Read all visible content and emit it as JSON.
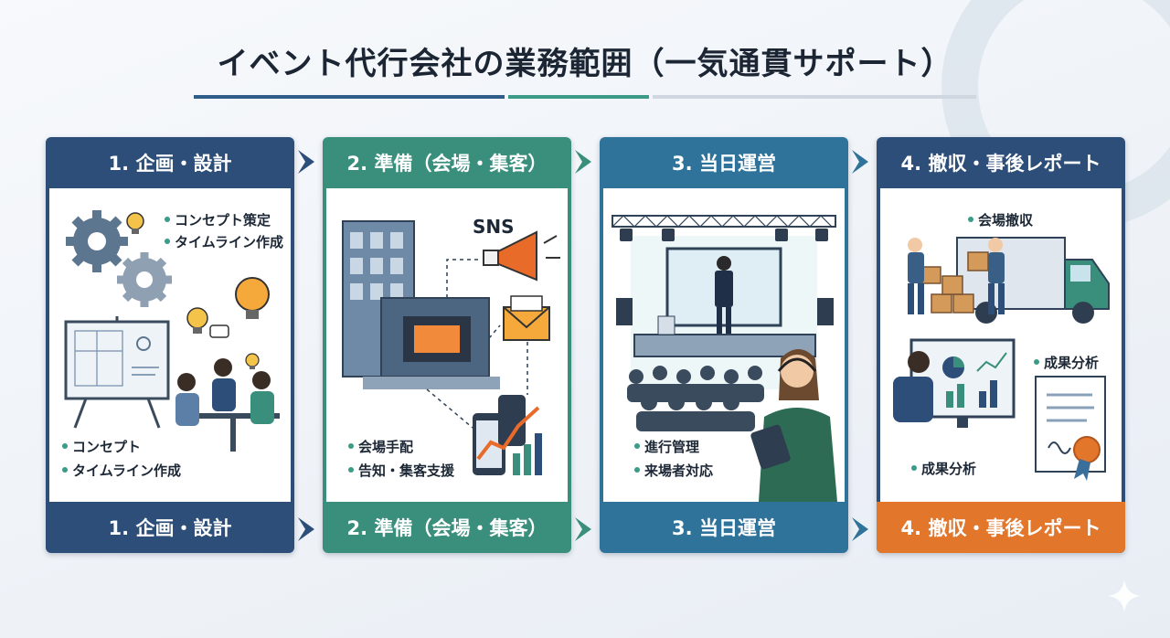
{
  "title": "イベント代行会社の業務範囲（一気通貫サポート）",
  "colors": {
    "navy": "#2c4e79",
    "teal": "#3a8f7c",
    "blue": "#30739a",
    "orange": "#e2762a"
  },
  "steps": [
    {
      "header": "1. 企画・設計",
      "footer": "1. 企画・設計",
      "bullets_top": [
        "コンセプト策定",
        "タイムライン作成"
      ],
      "bullets_bottom": [
        "コンセプト",
        "タイムライン作成"
      ]
    },
    {
      "header": "2. 準備（会場・集客）",
      "footer": "2. 準備（会場・集客）",
      "sns_label": "SNS",
      "bullets_bottom": [
        "会場手配",
        "告知・集客支援"
      ]
    },
    {
      "header": "3. 当日運営",
      "footer": "3. 当日運営",
      "bullets_bottom": [
        "進行管理",
        "来場者対応"
      ]
    },
    {
      "header": "4. 撤収・事後レポート",
      "footer": "4. 撤収・事後レポート",
      "bullets_top": [
        "会場撤収"
      ],
      "bullets_mid": [
        "成果分析"
      ],
      "bullets_bottom": [
        "成果分析"
      ]
    }
  ]
}
